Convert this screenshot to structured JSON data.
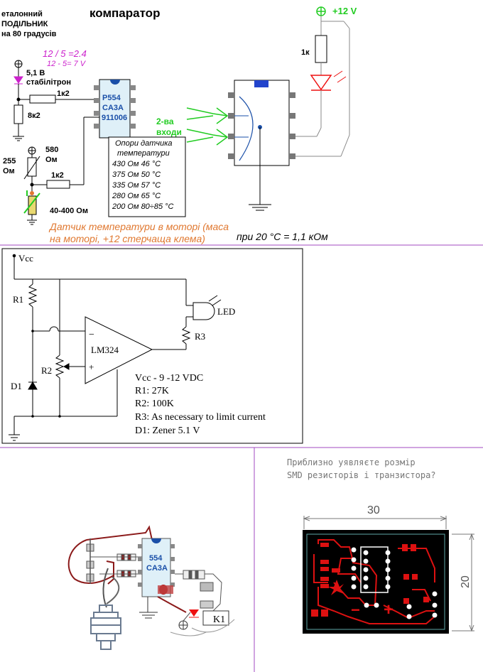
{
  "top": {
    "divider_title_lines": [
      "еталонний",
      "ПОДІЛЬНИК",
      "на 80 градусів"
    ],
    "title": "компаратор",
    "ratio_formula": "12 / 5 =2.4",
    "difference_formula": "12 - 5= 7 V",
    "zener_label": [
      "5,1 В",
      "стабілітрон"
    ],
    "r_upper": "1к2",
    "r_8k2": "8к2",
    "r_255": [
      "255",
      "Ом"
    ],
    "r_580": [
      "580",
      "Ом"
    ],
    "r_lower": "1к2",
    "sensor_range": "40-400 Ом",
    "chip_label": [
      "P554",
      "CA3A",
      "911006"
    ],
    "inputs_label": [
      "2-ва",
      "входи"
    ],
    "table_title": [
      "Опори датчика",
      "температури"
    ],
    "table_rows": [
      "430 Ом 46 °C",
      "375 Ом 50 °C",
      "335 Ом 57 °C",
      "280 Ом 65 °C",
      "200 Ом 80÷85 °C"
    ],
    "sensor_note": [
      "Датчик температури в моторі (маса",
      "на моторі, +12 стерчаща клема)"
    ],
    "at20_note": "при 20 °C = 1,1 кОм",
    "supply": "+12 V",
    "r_1k": "1к"
  },
  "middle": {
    "vcc": "Vcc",
    "r1": "R1",
    "r2": "R2",
    "d1": "D1",
    "opamp": "LM324",
    "minus": "−",
    "plus": "+",
    "led": "LED",
    "r3": "R3",
    "specs": [
      "Vcc - 9 -12 VDC",
      "R1: 27K",
      "R2: 100K",
      "R3: As necessary to limit current",
      "D1: Zener 5.1 V"
    ]
  },
  "bottom": {
    "chip_label": [
      "554",
      "CA3A"
    ],
    "relay": "K1",
    "question": [
      "Приблизно уявляєте розмір",
      "SMD резисторів і транзистора?"
    ],
    "dim_width": "30",
    "dim_height": "20",
    "minus": "−",
    "plus": "+"
  },
  "colors": {
    "green": "#22cc22",
    "magenta": "#cc22cc",
    "blue_text": "#1a4fa8",
    "orange": "#e07830",
    "red": "#ee1111",
    "pcb_red": "#dd1111",
    "pcb_bg": "#000000",
    "chip_body": "#dff0f8",
    "divider": "#a04ac0",
    "steel": "#6a7a90"
  }
}
